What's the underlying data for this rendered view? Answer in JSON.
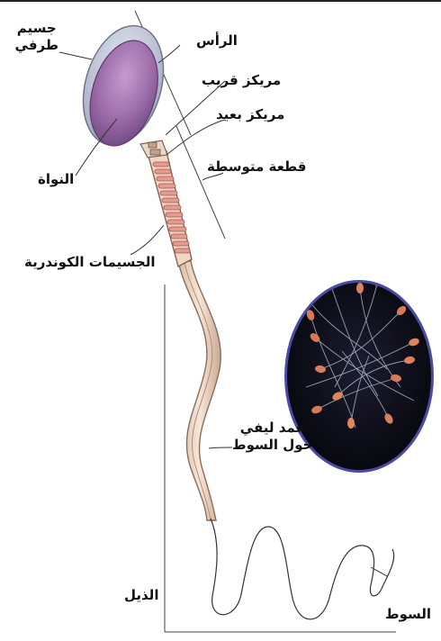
{
  "labels": {
    "acrosome_line1": "جسيم",
    "acrosome_line2": "طرفي",
    "head": "الرأس",
    "proximal_centriole": "مريكز قريب",
    "distal_centriole": "مريكز بعيد",
    "nucleus": "النواة",
    "middle_piece": "قطعة متوسطة",
    "mitochondria": "الجسيمات الكوندرية",
    "sheath_line1": "غمد ليفي",
    "sheath_line2": "حول السوط",
    "tail": "الذيل",
    "flagellum": "السوط"
  },
  "colors": {
    "acrosome": "#b6bdd4",
    "nucleus": "#9a6aa6",
    "midpiece": "#f3d5c2",
    "mitochondria": "#e59b91",
    "tail": "#f0ddcc",
    "micrograph_bg": "#0b0b14",
    "micrograph_ring": "#4a4aa6"
  },
  "icons": {
    "micrograph": "sperm-micrograph-inset"
  }
}
